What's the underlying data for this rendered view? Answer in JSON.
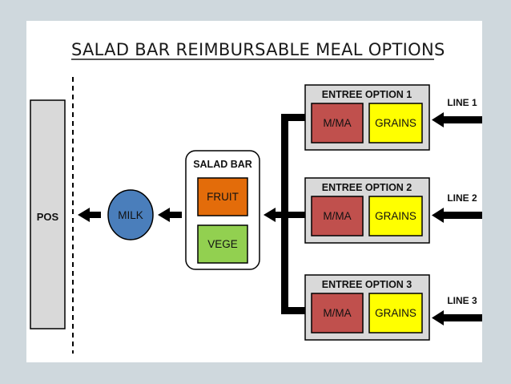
{
  "title": "SALAD BAR REIMBURSABLE MEAL OPTIONS",
  "pos_label": "POS",
  "milk_label": "MILK",
  "salad_bar": {
    "label": "SALAD BAR",
    "fruit": "FRUIT",
    "vege": "VEGE"
  },
  "entrees": [
    {
      "label": "ENTREE OPTION 1",
      "mma": "M/MA",
      "grains": "GRAINS",
      "line": "LINE 1"
    },
    {
      "label": "ENTREE OPTION 2",
      "mma": "M/MA",
      "grains": "GRAINS",
      "line": "LINE 2"
    },
    {
      "label": "ENTREE OPTION 3",
      "mma": "M/MA",
      "grains": "GRAINS",
      "line": "LINE 3"
    }
  ],
  "colors": {
    "milk": "#4a7ebb",
    "fruit": "#e36c0a",
    "vege": "#92d050",
    "mma": "#c0504d",
    "grains": "#ffff00",
    "box_gray": "#d9d9d9"
  }
}
